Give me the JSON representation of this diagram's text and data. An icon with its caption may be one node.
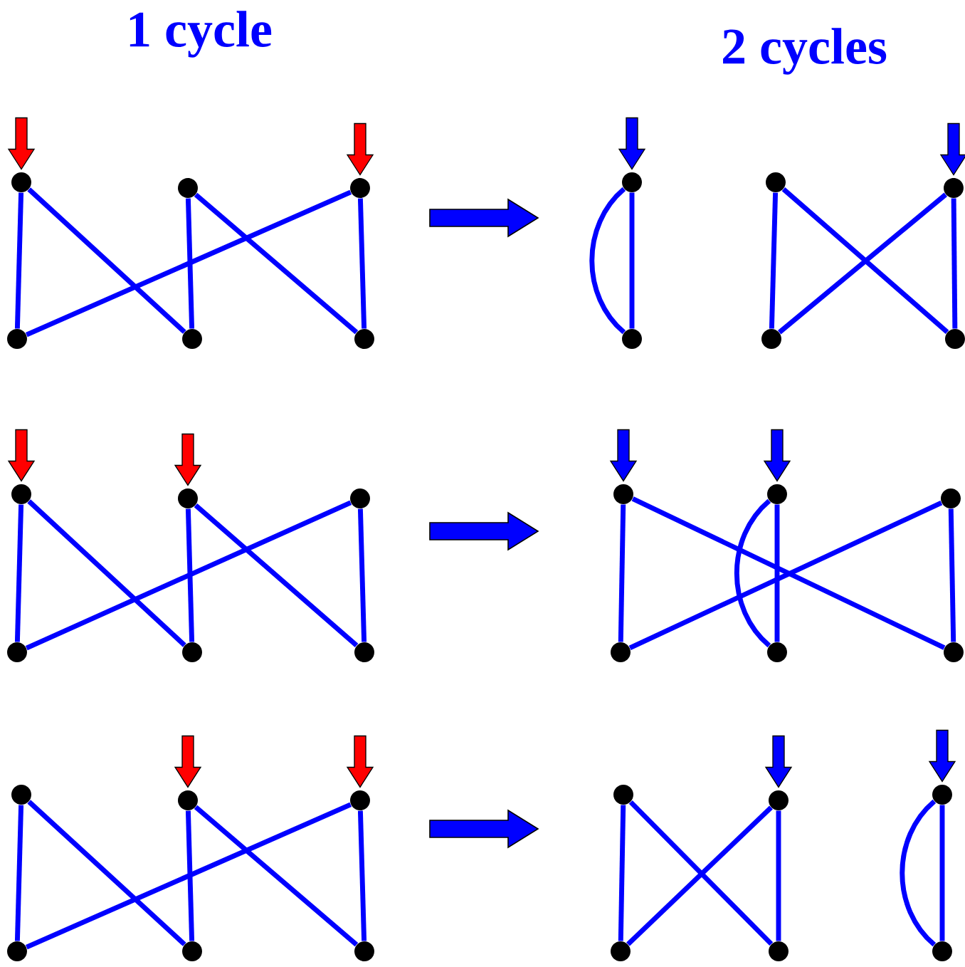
{
  "diagram": {
    "nodes": [
      {
        "text": [],
        "shape": "circle"
      },
      {
        "text": [],
        "shape": "circle"
      },
      {
        "text": [],
        "shape": "circle"
      },
      {
        "text": [],
        "shape": "circle"
      },
      {
        "text": [],
        "shape": "circle"
      },
      {
        "text": [],
        "shape": "circle"
      },
      {
        "text": [],
        "shape": "circle"
      },
      {
        "text": [],
        "shape": "circle"
      },
      {
        "text": [],
        "shape": "circle"
      },
      {
        "text": [],
        "shape": "circle"
      },
      {
        "text": [],
        "shape": "circle"
      },
      {
        "text": [],
        "shape": "circle"
      },
      {
        "text": [],
        "shape": "circle"
      },
      {
        "text": [],
        "shape": "circle"
      },
      {
        "text": [],
        "shape": "circle"
      },
      {
        "text": [],
        "shape": "circle"
      },
      {
        "text": [],
        "shape": "circle"
      },
      {
        "text": [],
        "shape": "circle"
      },
      {
        "text": [],
        "shape": "circle"
      },
      {
        "text": [],
        "shape": "circle"
      },
      {
        "text": [],
        "shape": "circle"
      },
      {
        "text": [],
        "shape": "circle"
      },
      {
        "text": [],
        "shape": "circle"
      },
      {
        "text": [],
        "shape": "circle"
      },
      {
        "text": [],
        "shape": "circle"
      },
      {
        "text": [],
        "shape": "circle"
      },
      {
        "text": [],
        "shape": "circle"
      },
      {
        "text": [],
        "shape": "circle"
      },
      {
        "text": [],
        "shape": "circle"
      },
      {
        "text": [],
        "shape": "circle"
      },
      {
        "text": [],
        "shape": "circle"
      },
      {
        "text": [],
        "shape": "circle"
      },
      {
        "text": [],
        "shape": "circle"
      },
      {
        "text": [],
        "shape": "circle"
      },
      {
        "text": [],
        "shape": "circle"
      },
      {
        "text": [],
        "shape": "circle"
      }
    ],
    "edges": [
      {
        "from": 0,
        "to": 3,
        "arrow": "none"
      },
      {
        "from": 0,
        "to": 4,
        "arrow": "none"
      },
      {
        "from": 1,
        "to": 4,
        "arrow": "none"
      },
      {
        "from": 1,
        "to": 5,
        "arrow": "none"
      },
      {
        "from": 2,
        "to": 5,
        "arrow": "none"
      },
      {
        "from": 2,
        "to": 3,
        "arrow": "none"
      },
      {
        "from": null,
        "to": 0,
        "arrow": "to",
        "style": "thick",
        "color": "#ff0000"
      },
      {
        "from": null,
        "to": 2,
        "arrow": "to",
        "style": "thick",
        "color": "#ff0000"
      },
      {
        "from": 6,
        "to": 9,
        "arrow": "none"
      },
      {
        "from": 6,
        "to": 9,
        "arrow": "none"
      },
      {
        "from": 7,
        "to": 10,
        "arrow": "none"
      },
      {
        "from": 7,
        "to": 11,
        "arrow": "none"
      },
      {
        "from": 8,
        "to": 10,
        "arrow": "none"
      },
      {
        "from": 8,
        "to": 11,
        "arrow": "none"
      },
      {
        "from": null,
        "to": 6,
        "arrow": "to",
        "style": "thick"
      },
      {
        "from": null,
        "to": 8,
        "arrow": "to",
        "style": "thick"
      },
      {
        "from": 12,
        "to": 15,
        "arrow": "none"
      },
      {
        "from": 12,
        "to": 16,
        "arrow": "none"
      },
      {
        "from": 13,
        "to": 16,
        "arrow": "none"
      },
      {
        "from": 13,
        "to": 17,
        "arrow": "none"
      },
      {
        "from": 14,
        "to": 17,
        "arrow": "none"
      },
      {
        "from": 14,
        "to": 15,
        "arrow": "none"
      },
      {
        "from": null,
        "to": 12,
        "arrow": "to",
        "style": "thick",
        "color": "#ff0000"
      },
      {
        "from": null,
        "to": 13,
        "arrow": "to",
        "style": "thick",
        "color": "#ff0000"
      },
      {
        "from": 18,
        "to": 21,
        "arrow": "none"
      },
      {
        "from": 18,
        "to": 23,
        "arrow": "none"
      },
      {
        "from": 19,
        "to": 22,
        "arrow": "none"
      },
      {
        "from": 19,
        "to": 22,
        "arrow": "none"
      },
      {
        "from": 20,
        "to": 23,
        "arrow": "none"
      },
      {
        "from": 20,
        "to": 21,
        "arrow": "none"
      },
      {
        "from": null,
        "to": 18,
        "arrow": "to",
        "style": "thick"
      },
      {
        "from": null,
        "to": 19,
        "arrow": "to",
        "style": "thick"
      },
      {
        "from": 24,
        "to": 27,
        "arrow": "none"
      },
      {
        "from": 24,
        "to": 28,
        "arrow": "none"
      },
      {
        "from": 25,
        "to": 28,
        "arrow": "none"
      },
      {
        "from": 25,
        "to": 29,
        "arrow": "none"
      },
      {
        "from": 26,
        "to": 29,
        "arrow": "none"
      },
      {
        "from": 26,
        "to": 27,
        "arrow": "none"
      },
      {
        "from": null,
        "to": 25,
        "arrow": "to",
        "style": "thick",
        "color": "#ff0000"
      },
      {
        "from": null,
        "to": 26,
        "arrow": "to",
        "style": "thick",
        "color": "#ff0000"
      },
      {
        "from": 30,
        "to": 33,
        "arrow": "none"
      },
      {
        "from": 30,
        "to": 34,
        "arrow": "none"
      },
      {
        "from": 31,
        "to": 34,
        "arrow": "none"
      },
      {
        "from": 31,
        "to": 33,
        "arrow": "none"
      },
      {
        "from": 32,
        "to": 35,
        "arrow": "none"
      },
      {
        "from": 32,
        "to": 35,
        "arrow": "none"
      },
      {
        "from": null,
        "to": 31,
        "arrow": "to",
        "style": "thick"
      },
      {
        "from": null,
        "to": 32,
        "arrow": "to",
        "style": "thick"
      }
    ],
    "labels": [
      "1 cycle",
      "2 cycles"
    ]
  }
}
